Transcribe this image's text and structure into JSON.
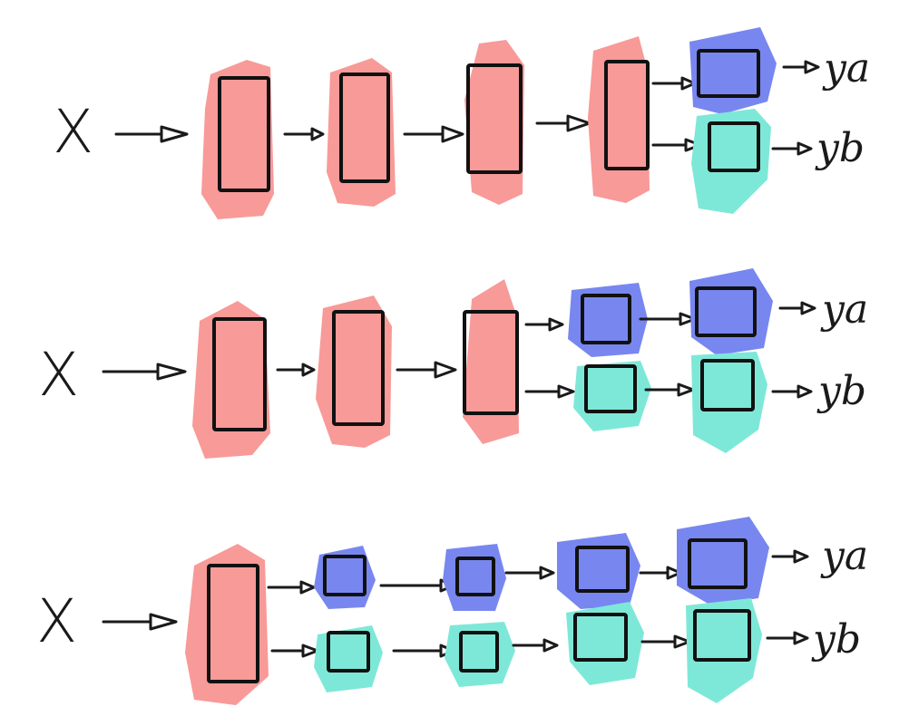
{
  "colors": {
    "shared_layer": "#f89a98",
    "task_a_layer": "#7887ef",
    "task_b_layer": "#7ee8d8",
    "ink": "#1a1a1a",
    "background": "#ffffff"
  },
  "labels": {
    "input": "X",
    "output_a": "ya",
    "output_b": "yb"
  },
  "rows": [
    {
      "shared_layers": 4,
      "task_layers_per_branch": 1
    },
    {
      "shared_layers": 3,
      "task_layers_per_branch": 2
    },
    {
      "shared_layers": 1,
      "task_layers_per_branch": 4
    }
  ]
}
